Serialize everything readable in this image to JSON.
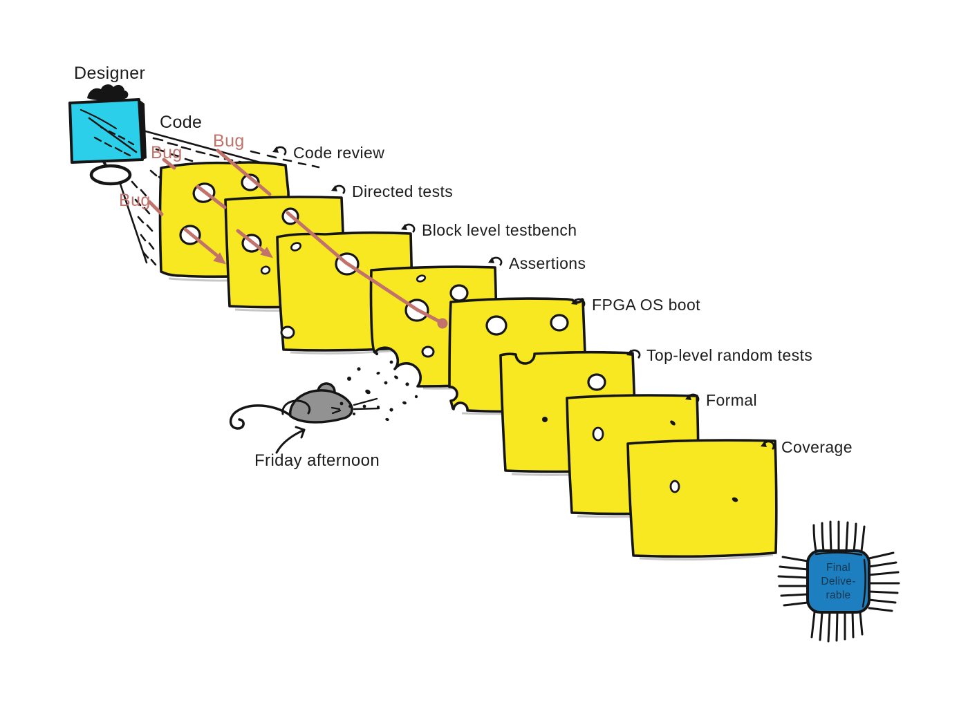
{
  "scene": {
    "designer": {
      "label": "Designer"
    },
    "code": {
      "label": "Code"
    },
    "bugs": [
      {
        "label": "Bug"
      },
      {
        "label": "Bug"
      },
      {
        "label": "Bug"
      }
    ],
    "layers": [
      {
        "label": "Code review"
      },
      {
        "label": "Directed tests"
      },
      {
        "label": "Block level testbench"
      },
      {
        "label": "Assertions"
      },
      {
        "label": "FPGA OS boot"
      },
      {
        "label": "Top-level random tests"
      },
      {
        "label": "Formal"
      },
      {
        "label": "Coverage"
      }
    ],
    "mouse": {
      "label": "Friday afternoon"
    },
    "chip": {
      "lines": [
        "Final",
        "Delive-",
        "rable"
      ]
    },
    "colors": {
      "cheese": "#f7e821",
      "bug": "#c0726b",
      "screen": "#2bcfe9",
      "chip": "#1e7fc0",
      "chip_text": "#17364e",
      "mouse": "#929292",
      "ink": "#151515",
      "shadow": "#c6c6c6"
    }
  }
}
